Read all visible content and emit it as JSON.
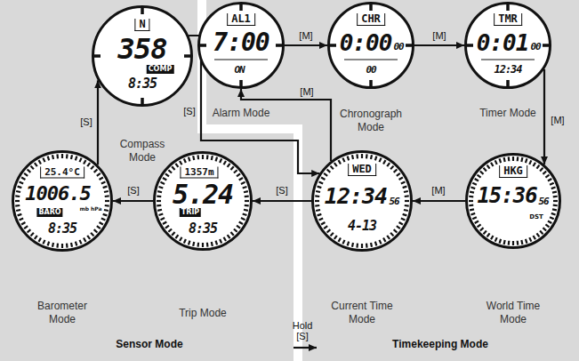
{
  "diagram": {
    "nodes": [
      {
        "text": [
          "Sensor Mode"
        ]
      },
      {
        "text": [
          "Compass Mode",
          "N",
          "358",
          "COMP",
          "8:35"
        ],
        "in": 0
      },
      {
        "text": [
          "Barometer Mode",
          "25.4°C",
          "1006.5",
          "mb hPa",
          "BARO",
          "8:35"
        ],
        "in": 0
      },
      {
        "text": [
          "Trip Mode",
          "1357m",
          "5.24",
          "TRIP",
          "8:35"
        ],
        "in": 0
      },
      {
        "text": [
          "Timekeeping Mode"
        ]
      },
      {
        "text": [
          "Alarm Mode",
          "AL1",
          "7:00",
          "ON"
        ],
        "in": 4
      },
      {
        "text": [
          "Chronograph Mode",
          "CHR",
          "0:00",
          "00",
          "00"
        ],
        "in": 4
      },
      {
        "text": [
          "Timer Mode",
          "TMR",
          "0:01",
          "00",
          "12:34"
        ],
        "in": 4
      },
      {
        "text": [
          "Current Time Mode",
          "WED",
          "12:34",
          "56",
          "4-13"
        ],
        "in": 4
      },
      {
        "text": [
          "World Time Mode",
          "HKG",
          "15:36",
          "56",
          "DST"
        ],
        "in": 4
      }
    ],
    "edges": [
      {
        "from": 8,
        "to": 5,
        "label": "[M]",
        "arrow": "to"
      },
      {
        "from": 5,
        "to": 6,
        "label": "[M]",
        "arrow": "to"
      },
      {
        "from": 6,
        "to": 7,
        "label": "[M]",
        "arrow": "to"
      },
      {
        "from": 7,
        "to": 9,
        "label": "[M]",
        "arrow": "to"
      },
      {
        "from": 9,
        "to": 8,
        "label": "[M]",
        "arrow": "to"
      },
      {
        "from": 8,
        "to": 3,
        "label": "[S]",
        "arrow": "to"
      },
      {
        "from": 3,
        "to": 2,
        "label": "[S]",
        "arrow": "to"
      },
      {
        "from": 2,
        "to": 1,
        "label": "[S]",
        "arrow": "to"
      },
      {
        "from": 1,
        "to": 8,
        "label": "[S]",
        "arrow": "to"
      },
      {
        "from": 0,
        "to": 4,
        "label": "Hold [S]",
        "arrow": "to"
      }
    ]
  }
}
